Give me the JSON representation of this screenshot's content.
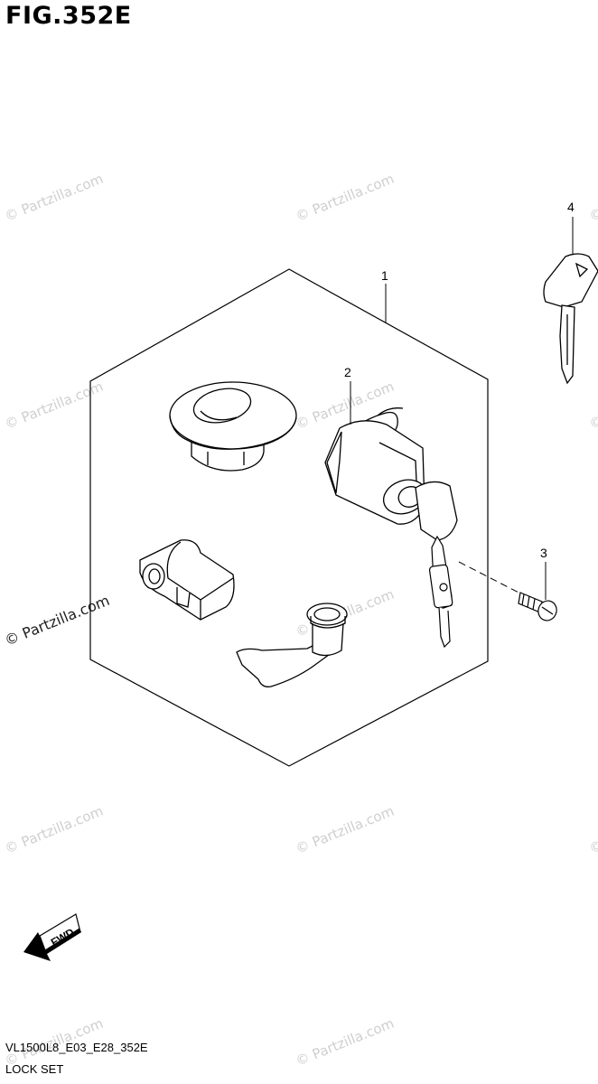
{
  "figure": {
    "title": "FIG.352E",
    "code": "VL1500L8_E03_E28_352E",
    "name": "LOCK SET"
  },
  "callouts": [
    "1",
    "2",
    "3",
    "4"
  ],
  "fwd_label": "FWD",
  "watermark": {
    "text": "© Partzilla.com",
    "color": "#cfcfcf"
  }
}
